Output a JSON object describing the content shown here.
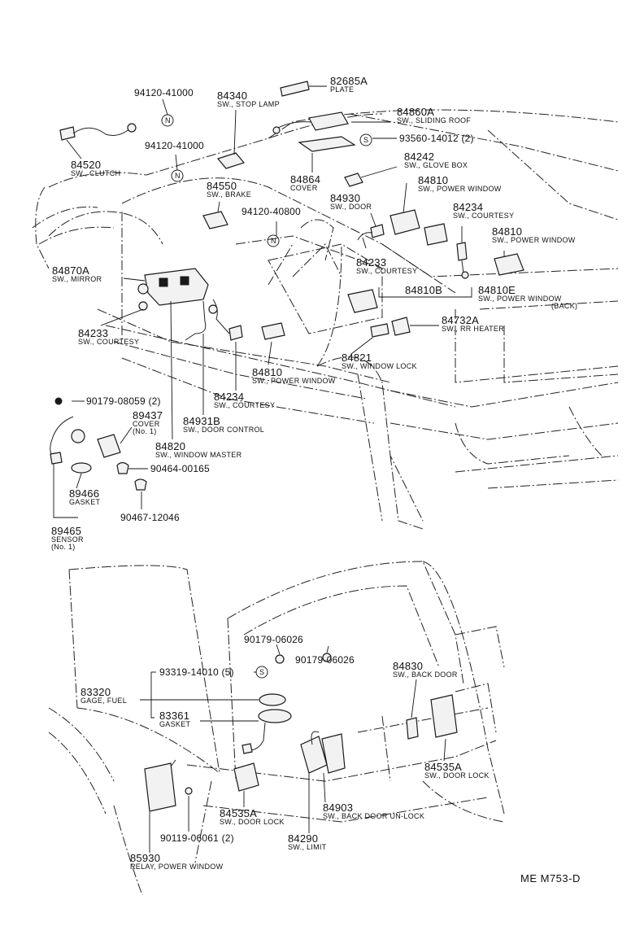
{
  "callouts": [
    {
      "id": "c1",
      "lines": [
        "82685A",
        "PLATE"
      ]
    },
    {
      "id": "c2",
      "lines": [
        "84340",
        "SW., STOP LAMP"
      ]
    },
    {
      "id": "c3",
      "lines": [
        "94120-41000"
      ]
    },
    {
      "id": "c4",
      "lines": [
        "84860A",
        "SW., SLIDING ROOF"
      ]
    },
    {
      "id": "c5",
      "lines": [
        "93560-14012 (2)"
      ]
    },
    {
      "id": "c6",
      "lines": [
        "94120-41000"
      ]
    },
    {
      "id": "c7",
      "lines": [
        "84520",
        "SW., CLUTCH"
      ]
    },
    {
      "id": "c8",
      "lines": [
        "84242",
        "SW., GLOVE BOX"
      ]
    },
    {
      "id": "c9",
      "lines": [
        "84864",
        "COVER"
      ]
    },
    {
      "id": "c10",
      "lines": [
        "84810",
        "SW., POWER WINDOW"
      ]
    },
    {
      "id": "c11",
      "lines": [
        "84550",
        "SW., BRAKE"
      ]
    },
    {
      "id": "c12",
      "lines": [
        "84930",
        "SW., DOOR"
      ]
    },
    {
      "id": "c13",
      "lines": [
        "94120-40800"
      ]
    },
    {
      "id": "c14",
      "lines": [
        "84234",
        "SW., COURTESY"
      ]
    },
    {
      "id": "c15",
      "lines": [
        "84810",
        "SW., POWER WINDOW"
      ]
    },
    {
      "id": "c16",
      "lines": [
        "84870A",
        "SW., MIRROR"
      ]
    },
    {
      "id": "c17",
      "lines": [
        "84233",
        "SW., COURTESY"
      ]
    },
    {
      "id": "c18",
      "lines": [
        "84810B"
      ]
    },
    {
      "id": "c19",
      "lines": [
        "84810E",
        "SW., POWER  WINDOW",
        "(BACK)"
      ]
    },
    {
      "id": "c20",
      "lines": [
        "84732A",
        "SW., RR HEATER"
      ]
    },
    {
      "id": "c21",
      "lines": [
        "84233",
        "SW., COURTESY"
      ]
    },
    {
      "id": "c22",
      "lines": [
        "84821",
        "SW., WINDOW LOCK"
      ]
    },
    {
      "id": "c23",
      "lines": [
        "84810",
        "SW., POWER WINDOW"
      ]
    },
    {
      "id": "c24",
      "lines": [
        "84234",
        "SW., COURTESY"
      ]
    },
    {
      "id": "c25",
      "lines": [
        "90179-08059 (2)"
      ]
    },
    {
      "id": "c26",
      "lines": [
        "89437",
        "COVER",
        "(No. 1)"
      ]
    },
    {
      "id": "c27",
      "lines": [
        "84931B",
        "SW., DOOR CONTROL"
      ]
    },
    {
      "id": "c28",
      "lines": [
        "84820",
        "SW., WINDOW MASTER"
      ]
    },
    {
      "id": "c29",
      "lines": [
        "90464-00165"
      ]
    },
    {
      "id": "c30",
      "lines": [
        "89466",
        "GASKET"
      ]
    },
    {
      "id": "c31",
      "lines": [
        "90467-12046"
      ]
    },
    {
      "id": "c32",
      "lines": [
        "89465",
        "SENSOR",
        "(No. 1)"
      ]
    },
    {
      "id": "c33",
      "lines": [
        "90179-06026"
      ]
    },
    {
      "id": "c34",
      "lines": [
        "90179-06026"
      ]
    },
    {
      "id": "c35",
      "lines": [
        "93319-14010 (5)"
      ]
    },
    {
      "id": "c36",
      "lines": [
        "84830",
        "SW., BACK DOOR"
      ]
    },
    {
      "id": "c37",
      "lines": [
        "83320",
        "GAGE, FUEL"
      ]
    },
    {
      "id": "c38",
      "lines": [
        "83361",
        "GASKET"
      ]
    },
    {
      "id": "c39",
      "lines": [
        "84535A",
        "SW., DOOR LOCK"
      ]
    },
    {
      "id": "c40",
      "lines": [
        "84535A",
        "SW., DOOR LOCK"
      ]
    },
    {
      "id": "c41",
      "lines": [
        "84903",
        "SW., BACK DOOR UN-LOCK"
      ]
    },
    {
      "id": "c42",
      "lines": [
        "90119-06061 (2)"
      ]
    },
    {
      "id": "c43",
      "lines": [
        "84290",
        "SW., LIMIT"
      ]
    },
    {
      "id": "c44",
      "lines": [
        "85930",
        "RELAY, POWER WINDOW"
      ]
    }
  ],
  "markers": {
    "n": "N",
    "s": "S"
  },
  "footer": "ME  M753-D"
}
